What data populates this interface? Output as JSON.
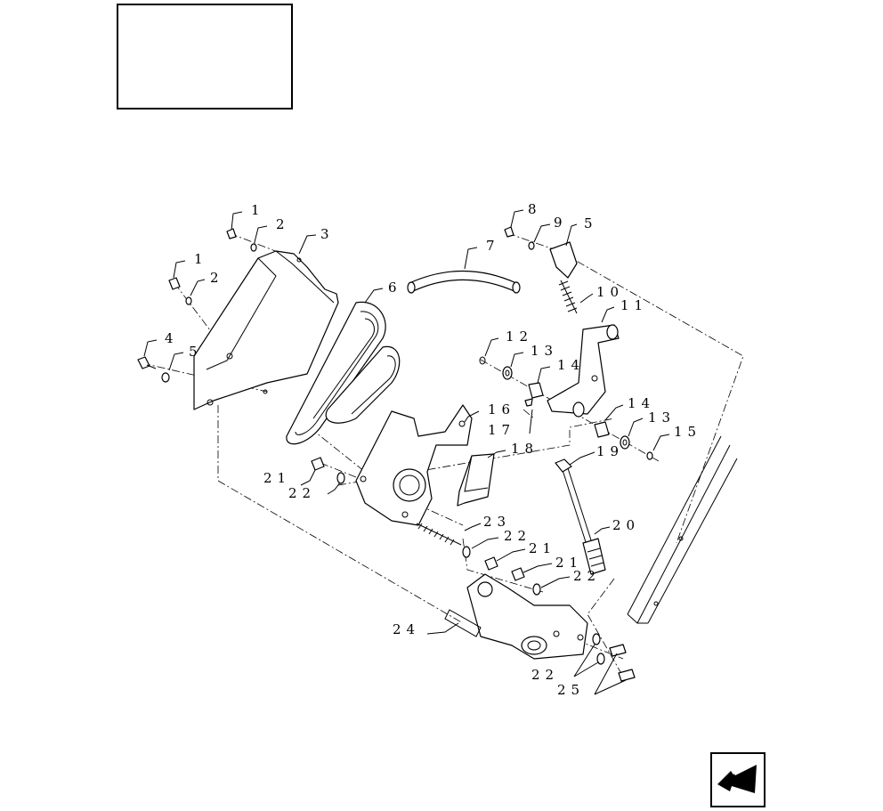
{
  "diagram": {
    "callouts": [
      {
        "id": "c1a",
        "text": "1"
      },
      {
        "id": "c2a",
        "text": "2"
      },
      {
        "id": "c3",
        "text": "3"
      },
      {
        "id": "c1b",
        "text": "1"
      },
      {
        "id": "c2b",
        "text": "2"
      },
      {
        "id": "c4",
        "text": "4"
      },
      {
        "id": "c5a",
        "text": "5"
      },
      {
        "id": "c6",
        "text": "6"
      },
      {
        "id": "c7",
        "text": "7"
      },
      {
        "id": "c8",
        "text": "8"
      },
      {
        "id": "c9",
        "text": "9"
      },
      {
        "id": "c5b",
        "text": "5"
      },
      {
        "id": "c10",
        "text": "10"
      },
      {
        "id": "c11",
        "text": "11"
      },
      {
        "id": "c12",
        "text": "12"
      },
      {
        "id": "c13a",
        "text": "13"
      },
      {
        "id": "c14a",
        "text": "14"
      },
      {
        "id": "c16",
        "text": "16"
      },
      {
        "id": "c17",
        "text": "17"
      },
      {
        "id": "c14b",
        "text": "14"
      },
      {
        "id": "c13b",
        "text": "13"
      },
      {
        "id": "c15",
        "text": "15"
      },
      {
        "id": "c18",
        "text": "18"
      },
      {
        "id": "c19",
        "text": "19"
      },
      {
        "id": "c21a",
        "text": "21"
      },
      {
        "id": "c22a",
        "text": "22"
      },
      {
        "id": "c20",
        "text": "20"
      },
      {
        "id": "c23",
        "text": "23"
      },
      {
        "id": "c22b",
        "text": "22"
      },
      {
        "id": "c21b",
        "text": "21"
      },
      {
        "id": "c21c",
        "text": "21"
      },
      {
        "id": "c22c",
        "text": "22"
      },
      {
        "id": "c24",
        "text": "24"
      },
      {
        "id": "c22d",
        "text": "22"
      },
      {
        "id": "c25",
        "text": "25"
      }
    ]
  },
  "nav": {
    "icon": "arrow-back-icon"
  }
}
